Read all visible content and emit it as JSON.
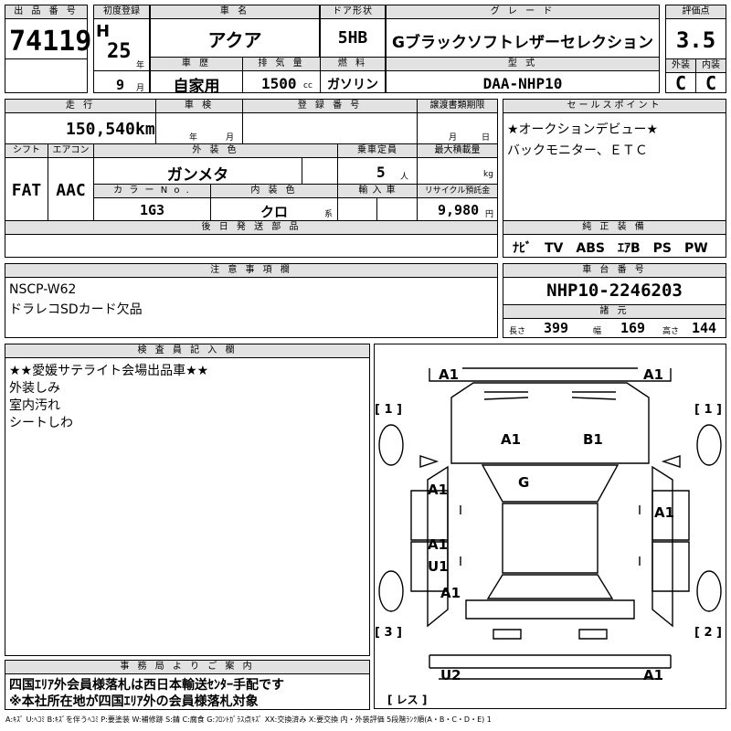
{
  "lot": {
    "header": "出 品 番 号",
    "value": "74119"
  },
  "first_reg": {
    "header": "初度登録",
    "era": "H",
    "year": "25",
    "year_unit": "年",
    "month": "9",
    "month_unit": "月"
  },
  "car_name": {
    "header": "車 名",
    "value": "アクア"
  },
  "door": {
    "header": "ドア形状",
    "value": "5HB"
  },
  "grade": {
    "header": "グ レ ー ド",
    "value": "Gブラックソフトレザーセレクション"
  },
  "score": {
    "header": "評価点",
    "value": "3.5",
    "ext_header": "外装",
    "int_header": "内装",
    "ext": "C",
    "int": "C"
  },
  "history": {
    "header": "車 歴",
    "value": "自家用"
  },
  "displacement": {
    "header": "排 気 量",
    "value": "1500",
    "unit": "cc"
  },
  "fuel": {
    "header": "燃 料",
    "value": "ガソリン"
  },
  "model": {
    "header": "型 式",
    "value": "DAA-NHP10"
  },
  "mileage": {
    "header": "走 行",
    "value": "150,540",
    "unit": "km"
  },
  "inspection": {
    "header": "車 検",
    "year_unit": "年",
    "month_unit": "月"
  },
  "reg_no": {
    "header": "登 録 番 号"
  },
  "transfer": {
    "header": "譲渡書類期限",
    "month_unit": "月",
    "day_unit": "日"
  },
  "shift": {
    "header": "シフト",
    "value": "FAT"
  },
  "aircon": {
    "header": "エアコン",
    "value": "AAC"
  },
  "ext_color": {
    "header": "外 装 色",
    "value": "ガンメタ"
  },
  "color_no": {
    "header": "カ ラ ー N o .",
    "value": "1G3"
  },
  "int_color": {
    "header": "内 装 色",
    "value": "クロ",
    "unit": "系"
  },
  "capacity": {
    "header": "乗車定員",
    "value": "5",
    "unit": "人"
  },
  "max_load": {
    "header": "最大積載量",
    "unit": "kg"
  },
  "import": {
    "header": "輸 入 車"
  },
  "recycle": {
    "header": "リサイクル預託金",
    "value": "9,980",
    "unit": "円"
  },
  "sales_points": {
    "header": "セールスポイント",
    "lines": [
      "★オークションデビュー★",
      "バックモニター、ＥＴＣ"
    ]
  },
  "later_parts": {
    "header": "後 日 発 送 部 品"
  },
  "genuine_equip": {
    "header": "純 正 装 備",
    "value": "ﾅﾋﾞ　TV　ABS　ｴｱB　PS　PW"
  },
  "notes": {
    "header": "注 意 事 項 欄",
    "lines": [
      "NSCP-W62",
      "ドラレコSDカード欠品"
    ]
  },
  "chassis": {
    "header": "車 台 番 号",
    "value": "NHP10-2246203",
    "spec_header": "諸 元",
    "length_label": "長さ",
    "length": "399",
    "width_label": "幅",
    "width": "169",
    "height_label": "高さ",
    "height": "144"
  },
  "inspector": {
    "header": "検 査 員 記 入 欄",
    "lines": [
      "★★愛媛サテライト会場出品車★★",
      "外装しみ",
      "室内汚れ",
      "シートしわ"
    ]
  },
  "office": {
    "header": "事 務 局 よ り ご 案 内",
    "lines": [
      "四国ｴﾘｱ外会員様落札は西日本輸送ｾﾝﾀｰ手配です",
      "※本社所在地が四国ｴﾘｱ外の会員様落札対象"
    ]
  },
  "diagram": {
    "marks": {
      "front_left": "A1",
      "front_right": "A1",
      "hood_a": "A1",
      "hood_b": "B1",
      "windshield": "G",
      "left_front_door": "A1",
      "right_door": "A1",
      "left_rear_door_a": "A1",
      "left_rear_door_b": "U1",
      "left_rear_fender": "A1",
      "rear_left": "U2",
      "rear_right": "A1"
    },
    "corner_labels": {
      "c1_left": "[ 1 ]",
      "c1_right": "[ 1 ]",
      "c3": "[ 3 ]",
      "c2": "[ 2 ]",
      "les": "[ レス ]"
    }
  },
  "legend": "A:ｷｽﾞ U:ﾍｺﾐ B:ｷｽﾞを伴うﾍｺﾐ P:要塗装 W:補修跡 S:錆 C:腐食 G:ﾌﾛﾝﾄｶﾞﾗｽ点ｷｽﾞ XX:交換済み X:要交換 内・外装評価 5段階ﾗﾝｸ順(A・B・C・D・E) 1"
}
